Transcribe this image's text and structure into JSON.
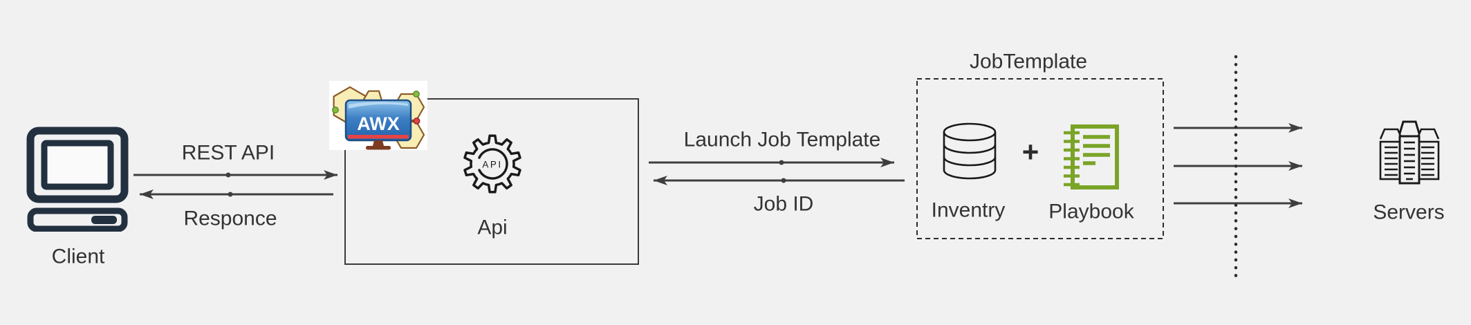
{
  "client": {
    "label": "Client"
  },
  "edges": {
    "rest_api": "REST API",
    "response": "Responce",
    "launch": "Launch Job Template",
    "job_id": "Job ID"
  },
  "api": {
    "label": "Api",
    "gear_text": "API",
    "awx_badge_text": "AWX"
  },
  "job_template": {
    "title": "JobTemplate",
    "inventory_label": "Inventry",
    "plus_sign": "+",
    "playbook_label": "Playbook"
  },
  "servers": {
    "label": "Servers"
  },
  "colors": {
    "bg": "#f1f1f2",
    "ink": "#3e3e3e",
    "icon": "#1a1a1a",
    "text": "#333333",
    "client": "#22303f",
    "green": "#7aa427",
    "box": "#3a3a3a",
    "awx-blue": "#2e6fba",
    "awx-yellow": "#f9edb6",
    "awx-red": "#e64444"
  }
}
